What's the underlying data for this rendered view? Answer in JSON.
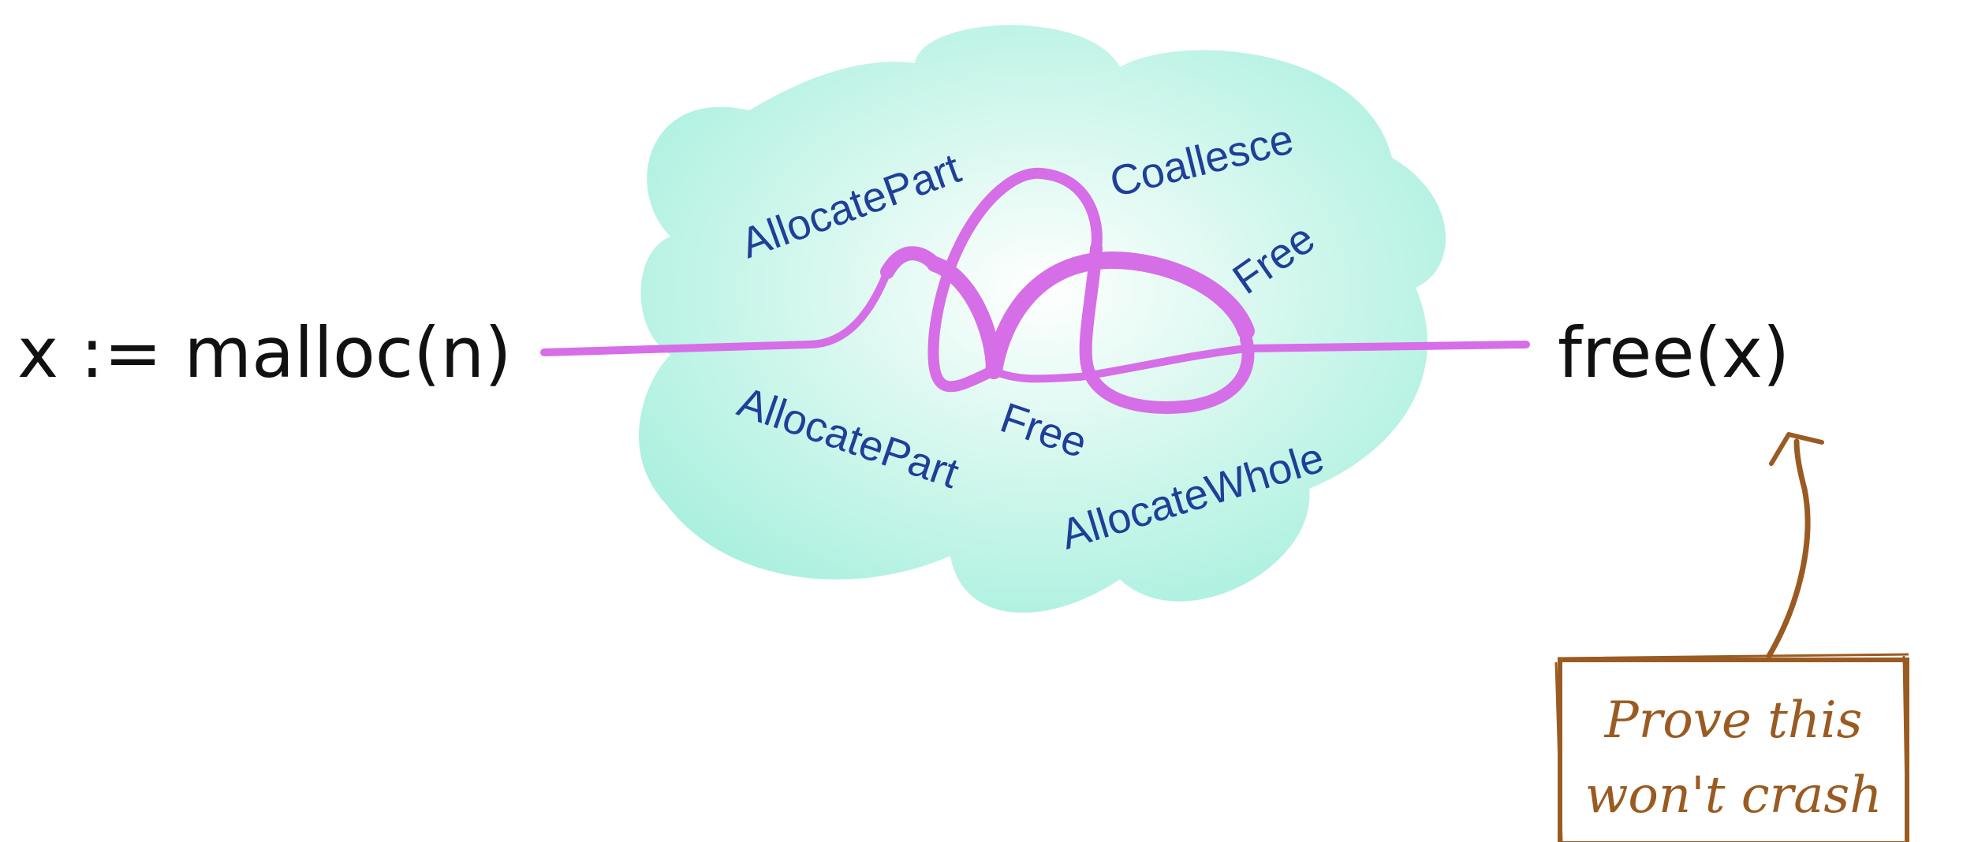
{
  "left_expression": "x := malloc(n)",
  "right_expression": "free(x)",
  "cloud_operations": [
    "AllocatePart",
    "Coallesce",
    "Free",
    "AllocatePart",
    "Free",
    "AllocateWhole"
  ],
  "note": {
    "line1": "Prove this",
    "line2": "won't crash"
  },
  "colors": {
    "cloud": "#aaf0df",
    "thread": "#d66ee8",
    "operation_text": "#1f3f98",
    "note": "#9a5b22"
  }
}
